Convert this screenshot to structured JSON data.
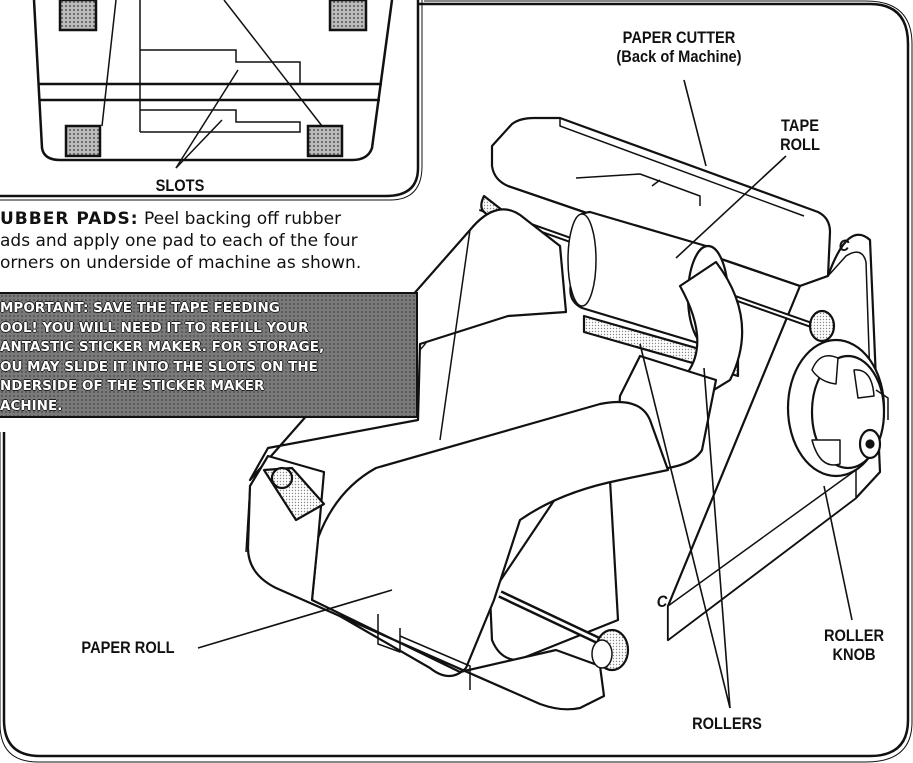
{
  "labels": {
    "slots": "SLOTS",
    "paper_cutter_line1": "PAPER CUTTER",
    "paper_cutter_line2": "(Back of Machine)",
    "tape_roll_line1": "TAPE",
    "tape_roll_line2": "ROLL",
    "paper_roll": "PAPER ROLL",
    "rollers": "ROLLERS",
    "roller_knob_line1": "ROLLER",
    "roller_knob_line2": "KNOB",
    "side_mark_1": "C",
    "side_mark_2": "C"
  },
  "instructions": {
    "heading": "UBBER PADS:",
    "line1": "Peel backing off rubber",
    "line2": "ads and apply one pad to each of the four",
    "line3": "orners on underside of machine as shown."
  },
  "important": {
    "lines": [
      "MPORTANT: SAVE THE TAPE FEEDING",
      "OOL! YOU WILL NEED IT TO REFILL YOUR",
      "ANTASTIC STICKER MAKER. FOR STORAGE,",
      "OU MAY SLIDE IT INTO THE SLOTS ON THE",
      "NDERSIDE OF THE STICKER MAKER",
      "ACHINE."
    ]
  },
  "colors": {
    "ink": "#111111",
    "callout_fill": "#7a7a7a",
    "pad_fill": "#9a9a9a"
  }
}
